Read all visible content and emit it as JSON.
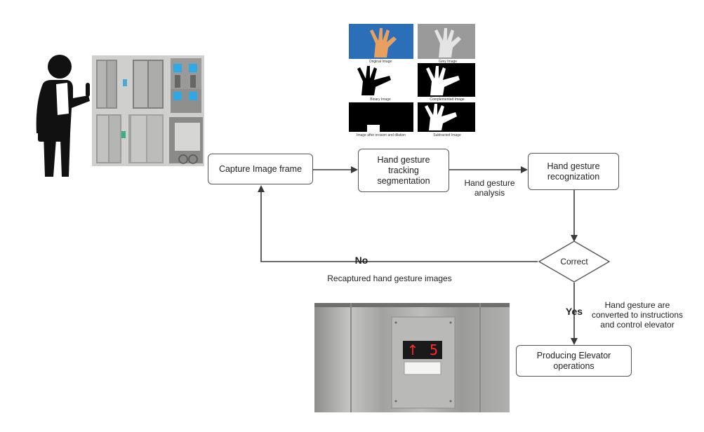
{
  "nodes": {
    "capture": "Capture Image frame",
    "tracking": "Hand gesture\ntracking\nsegmentation",
    "recognition": "Hand gesture\nrecognization",
    "decision": "Correct",
    "producing": "Producing Elevator\noperations"
  },
  "edge_labels": {
    "analysis": "Hand gesture\nanalysis",
    "no": "No",
    "recaptured": "Recaptured hand gesture images",
    "yes": "Yes",
    "converted": "Hand gesture are\nconverted to instructions\nand control elevator"
  },
  "thumbnails": {
    "original": "Original Image",
    "grey": "Grey Image",
    "binary": "Binary Image",
    "complemented": "Complemented Image",
    "eroded": "Image after erosion and dilation",
    "subtracted": "Subtracted Image"
  },
  "display": {
    "arrow": "↑",
    "floor": "5"
  },
  "colors": {
    "line": "#3a3a3a",
    "display_red": "#ff2a2a",
    "steel": "#a8a8a6",
    "skin": "#e8a060"
  }
}
